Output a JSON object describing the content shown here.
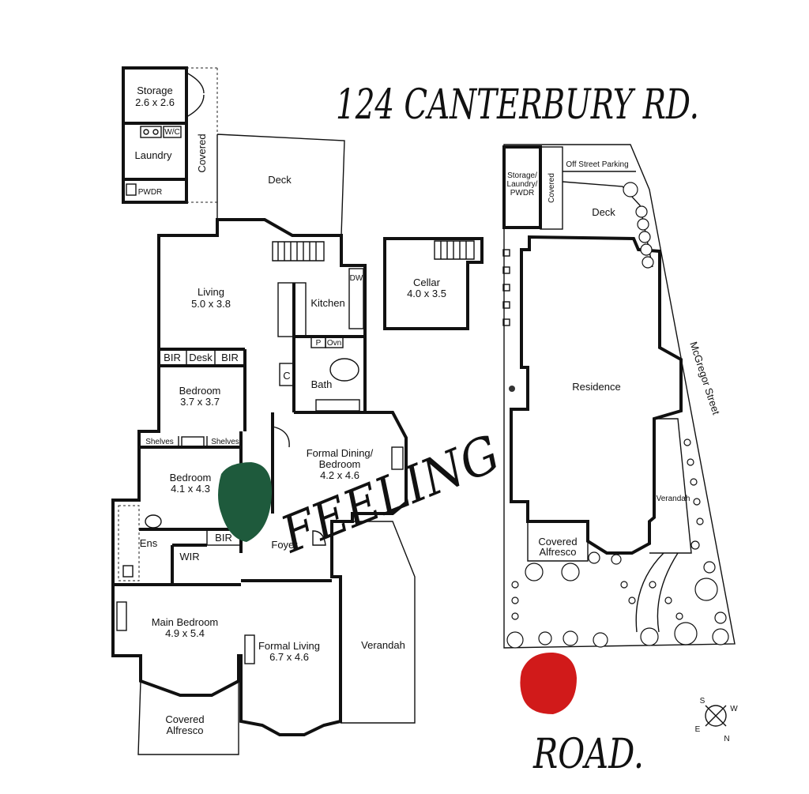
{
  "handwriting": {
    "address": "124 CANTERBURY RD.",
    "feeling": "FEELING",
    "road": "ROAD."
  },
  "house_plan": {
    "storage": {
      "name": "Storage",
      "size": "2.6 x 2.6"
    },
    "laundry": "Laundry",
    "pwdr": "PWDR",
    "wc": "W/C",
    "covered": "Covered",
    "deck": "Deck",
    "living": {
      "name": "Living",
      "size": "5.0 x 3.8"
    },
    "kitchen": "Kitchen",
    "dw": "DW",
    "pantry": "P",
    "oven": "Ovn",
    "bir": "BIR",
    "desk": "Desk",
    "bedroom1": {
      "name": "Bedroom",
      "size": "3.7 x 3.7"
    },
    "cupboard": "C",
    "bath": "Bath",
    "shelves": "Shelves",
    "bedroom2": {
      "name": "Bedroom",
      "size": "4.1 x 4.3"
    },
    "formal_dining": {
      "name": "Formal Dining/",
      "name2": "Bedroom",
      "size": "4.2 x 4.6"
    },
    "ens": "Ens",
    "wir": "WIR",
    "foyer": "Foyer",
    "main_bedroom": {
      "name": "Main Bedroom",
      "size": "4.9 x 5.4"
    },
    "formal_living": {
      "name": "Formal Living",
      "size": "6.7 x 4.6"
    },
    "verandah": "Verandah",
    "covered_alfresco": {
      "line1": "Covered",
      "line2": "Alfresco"
    }
  },
  "cellar": {
    "name": "Cellar",
    "size": "4.0 x 3.5"
  },
  "site_plan": {
    "storage_block": [
      "Storage/",
      "Laundry/",
      "PWDR"
    ],
    "covered": "Covered",
    "off_street_parking": "Off Street Parking",
    "deck": "Deck",
    "residence": "Residence",
    "street": "McGregor Street",
    "verandah": "Verandah",
    "covered_alfresco": {
      "line1": "Covered",
      "line2": "Alfresco"
    }
  },
  "compass": {
    "s": "S",
    "w": "W",
    "e": "E",
    "n": "N"
  },
  "colors": {
    "green_mark": "#1e5a3c",
    "red_mark": "#d11a1a",
    "ink": "#111111"
  }
}
